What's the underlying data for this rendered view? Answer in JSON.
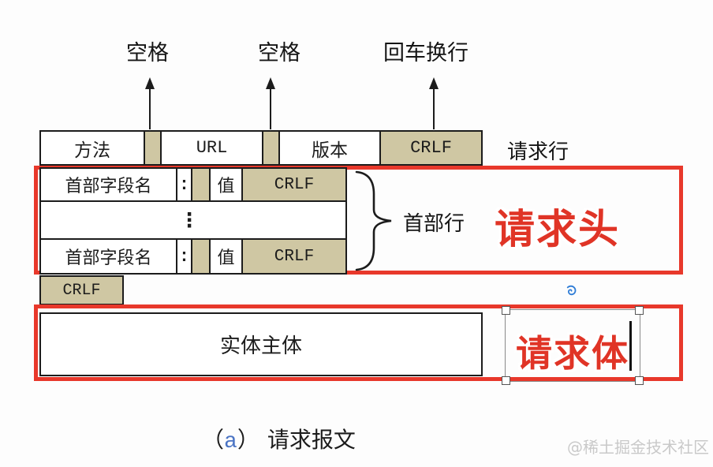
{
  "colors": {
    "tan_fill": "#cfc7a3",
    "line_black": "#1c1c1c",
    "red_accent": "#e8382b",
    "red_text": "#e03426",
    "rotate_handle_blue": "#2e7cd6",
    "watermark_gray": "#c9c9c9",
    "caption_letter_blue": "#4b74c4"
  },
  "arrows": {
    "labels": [
      {
        "text": "空格"
      },
      {
        "text": "空格"
      },
      {
        "text": "回车换行"
      }
    ]
  },
  "request_line": {
    "method": "方法",
    "url": "URL",
    "version": "版本",
    "crlf": "CRLF",
    "label": "请求行"
  },
  "headers": {
    "rows": [
      {
        "field_name": "首部字段名",
        "colon": ":",
        "value": "值",
        "crlf": "CRLF"
      },
      {
        "field_name": "首部字段名",
        "colon": ":",
        "value": "值",
        "crlf": "CRLF"
      }
    ],
    "ellipsis": "⋮",
    "brace_label": "首部行",
    "overlay_label": "请求头"
  },
  "blank_line": {
    "crlf": "CRLF"
  },
  "body": {
    "entity_label": "实体主体",
    "overlay_label": "请求体"
  },
  "caption": {
    "open": "（",
    "letter": "a",
    "close": "）",
    "title": "请求报文"
  },
  "watermark": {
    "text": "@稀土掘金技术社区"
  }
}
